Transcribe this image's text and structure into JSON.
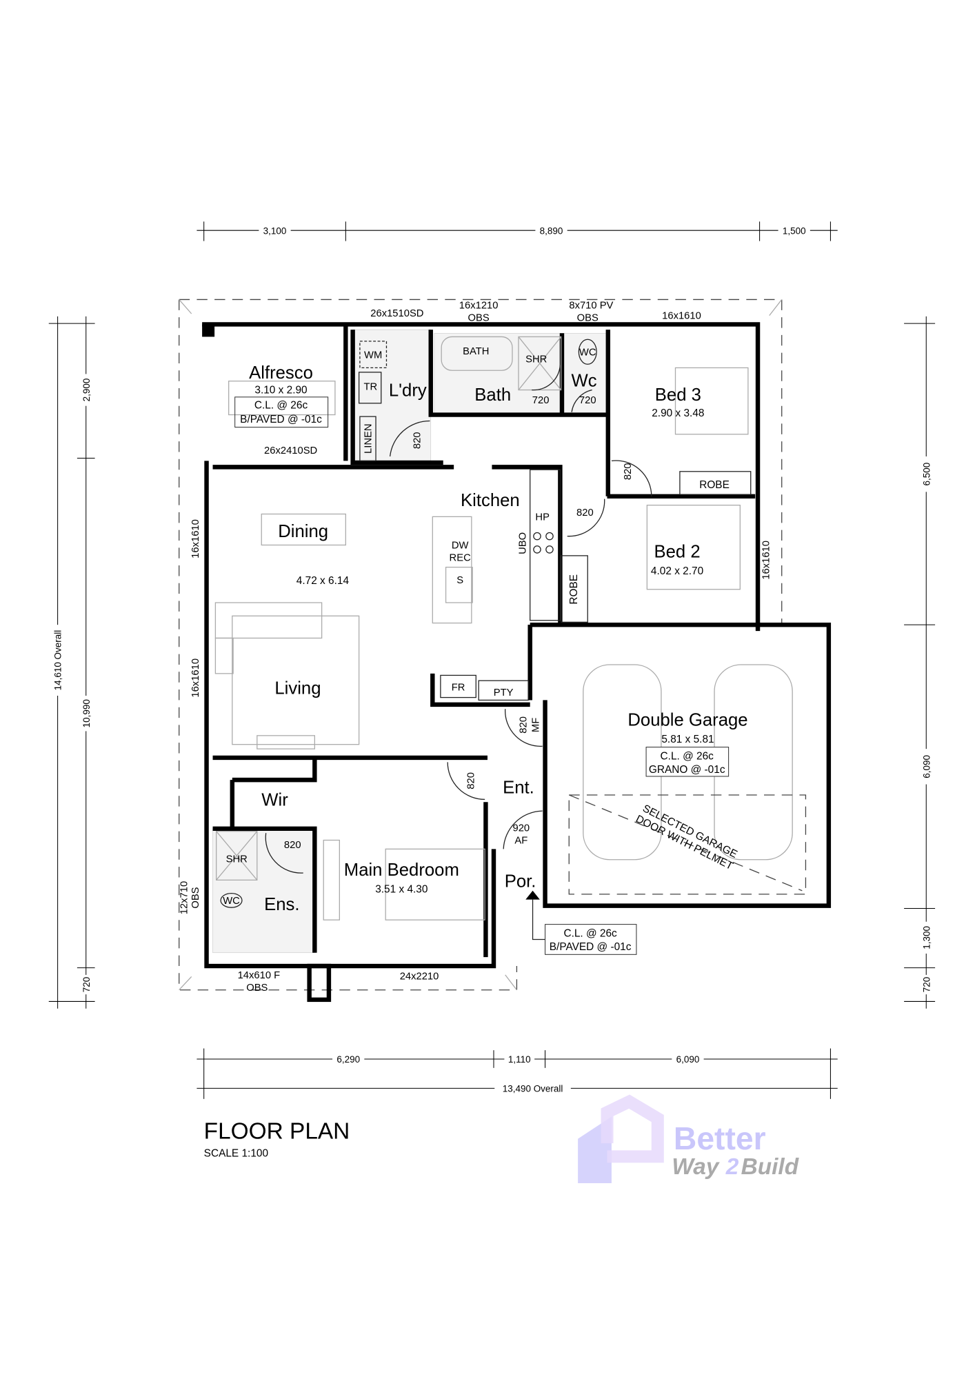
{
  "dimensions": {
    "top": [
      "3,100",
      "8,890",
      "1,500"
    ],
    "left_overall": "14,610 Overall",
    "left": [
      "2,900",
      "10,990",
      "720"
    ],
    "right": [
      "6,500",
      "6,090",
      "1,300",
      "720"
    ],
    "bottom": [
      "6,290",
      "1,110",
      "6,090"
    ],
    "bottom_overall": "13,490 Overall"
  },
  "windows": {
    "laundry_door": "26x1510SD",
    "bath_window": [
      "16x1210",
      "OBS"
    ],
    "wc_window": [
      "8x710 PV",
      "OBS"
    ],
    "bed3_window": "16x1610",
    "alfresco_door": "26x2410SD",
    "dining_window": "16x1610",
    "living_window": "16x1610",
    "bed2_window": "16x1610",
    "ens_window": [
      "12x710",
      "OBS"
    ],
    "wir_window": [
      "14x610 F",
      "OBS"
    ],
    "main_bed_window": "24x2210"
  },
  "rooms": {
    "alfresco": {
      "name": "Alfresco",
      "size": "3.10 x 2.90",
      "notes": [
        "C.L. @ 26c",
        "B/PAVED @ -01c"
      ]
    },
    "laundry": {
      "name": "L'dry",
      "fixtures": [
        "WM",
        "TR",
        "LINEN"
      ]
    },
    "bath": {
      "name": "Bath",
      "fixtures": [
        "BATH",
        "SHR"
      ]
    },
    "wc": {
      "name": "Wc",
      "fixture": "WC"
    },
    "bed3": {
      "name": "Bed 3",
      "size": "2.90 x 3.48",
      "robe": "ROBE"
    },
    "bed2": {
      "name": "Bed 2",
      "size": "4.02 x 2.70",
      "robe": "ROBE"
    },
    "kitchen": {
      "name": "Kitchen",
      "fixtures": [
        "DW",
        "REC",
        "S",
        "HP",
        "UBO",
        "FR",
        "PTY"
      ]
    },
    "dining": {
      "name": "Dining",
      "size": "4.72 x 6.14"
    },
    "living": {
      "name": "Living"
    },
    "garage": {
      "name": "Double Garage",
      "size": "5.81 x 5.81",
      "notes": [
        "C.L. @ 26c",
        "GRANO @ -01c"
      ],
      "door": [
        "SELECTED GARAGE",
        "DOOR WITH PELMET"
      ]
    },
    "entry": {
      "name": "Ent."
    },
    "porch": {
      "name": "Por.",
      "notes": [
        "C.L. @ 26c",
        "B/PAVED @ -01c"
      ]
    },
    "wir": {
      "name": "Wir"
    },
    "ensuite": {
      "name": "Ens.",
      "fixtures": [
        "SHR",
        "WC"
      ]
    },
    "main_bedroom": {
      "name": "Main Bedroom",
      "size": "3.51 x 4.30"
    }
  },
  "doors": {
    "ldry": "820",
    "bath": "720",
    "wc": "720",
    "bed3": "820",
    "bed2": "820",
    "mf": [
      "820",
      "MF"
    ],
    "entry": "820",
    "front": [
      "920",
      "AF"
    ],
    "ens": "820"
  },
  "title": "FLOOR PLAN",
  "scale": "SCALE 1:100",
  "logo": {
    "line1": "Better",
    "line2a": "Way",
    "line2b": "2",
    "line2c": "Build",
    "color": "#c9c6fb"
  }
}
